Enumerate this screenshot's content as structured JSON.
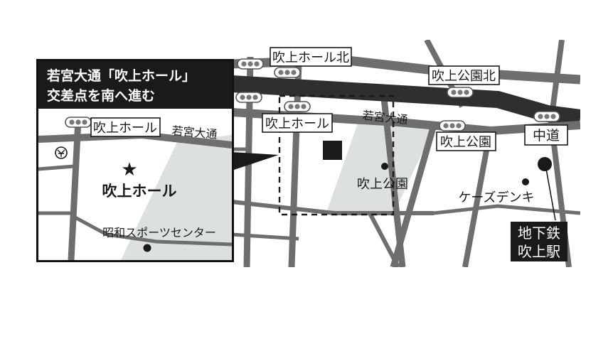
{
  "inset": {
    "title_line1": "若宮大通「吹上ホール」",
    "title_line2": "交差点を南へ進む",
    "intersection_label": "吹上ホール",
    "street_label": "若宮大通",
    "venue_label": "吹上ホール",
    "sports_center_label": "昭和スポーツセンター"
  },
  "main": {
    "intersection_hall_north": "吹上ホール北",
    "intersection_hall": "吹上ホール",
    "intersection_park_north": "吹上公園北",
    "intersection_park": "吹上公園",
    "intersection_nakamichi": "中道",
    "street_label": "若宮大通",
    "park_label": "吹上公園",
    "store_label": "ケーズデンキ",
    "station_line1": "地下鉄",
    "station_line2": "吹上駅"
  },
  "colors": {
    "road": "#6e6e6e",
    "expressway": "#2f2f2f",
    "park": "#dde1dd",
    "frame": "#111111",
    "header_bg": "#1a1a1a",
    "text": "#1a1a1a"
  }
}
